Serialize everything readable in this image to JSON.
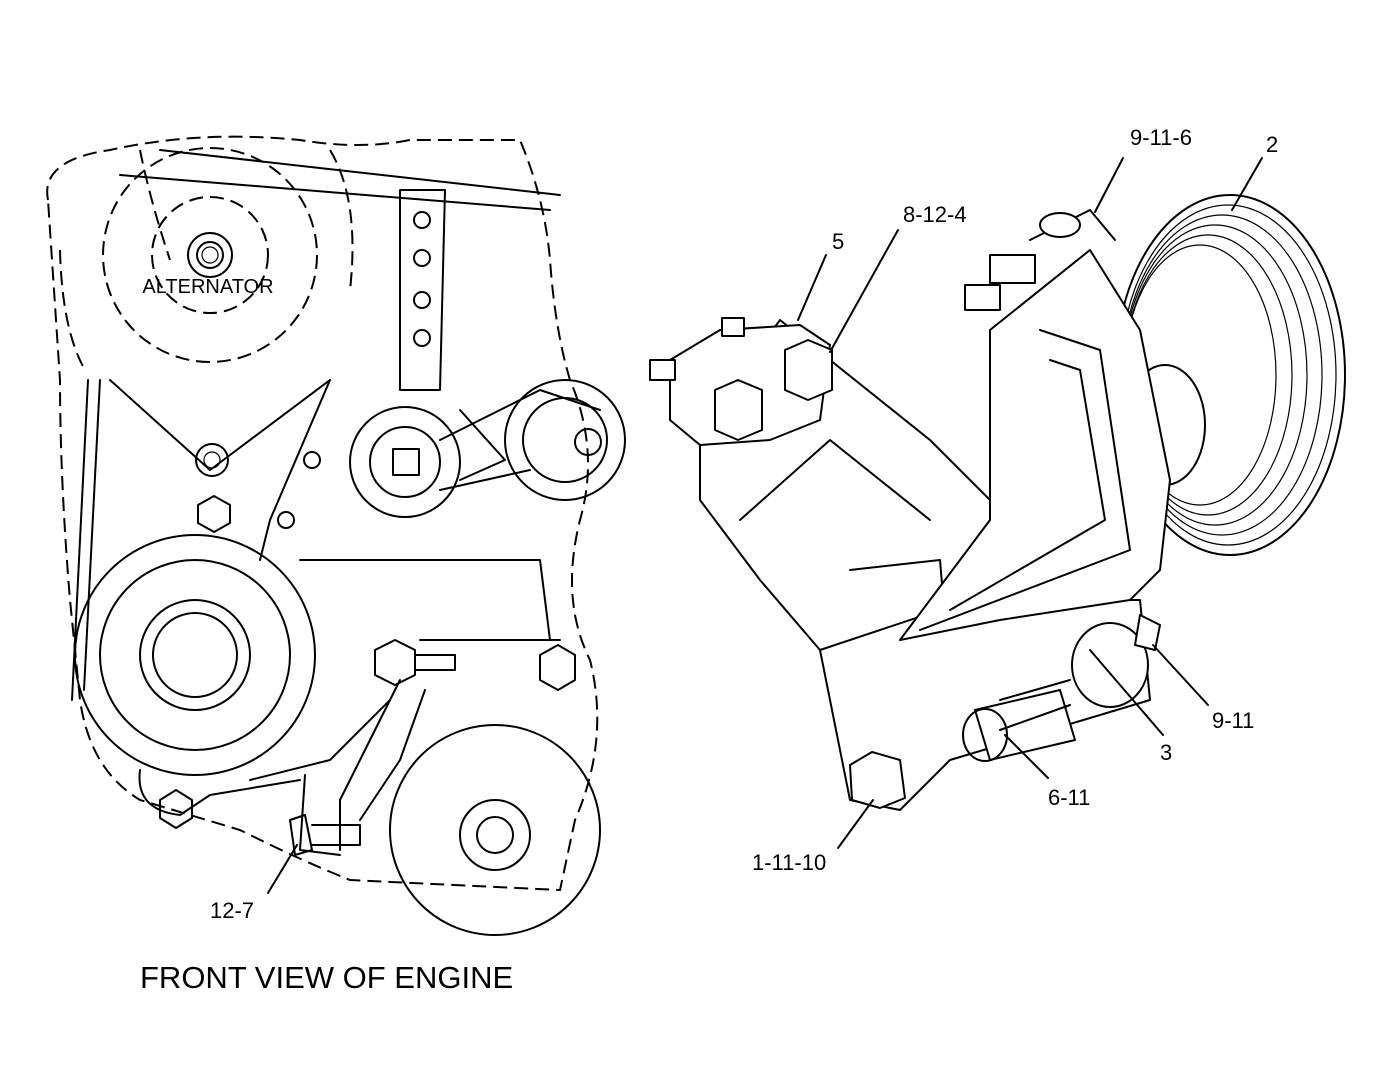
{
  "diagram": {
    "caption": "FRONT VIEW OF ENGINE",
    "component_label": "ALTERNATOR",
    "callouts": [
      {
        "id": "c-9-11-6",
        "text": "9-11-6"
      },
      {
        "id": "c-2",
        "text": "2"
      },
      {
        "id": "c-5",
        "text": "5"
      },
      {
        "id": "c-8-12-4",
        "text": "8-12-4"
      },
      {
        "id": "c-9-11",
        "text": "9-11"
      },
      {
        "id": "c-3",
        "text": "3"
      },
      {
        "id": "c-6-11",
        "text": "6-11"
      },
      {
        "id": "c-1-11-10",
        "text": "1-11-10"
      },
      {
        "id": "c-12-7",
        "text": "12-7"
      }
    ]
  }
}
